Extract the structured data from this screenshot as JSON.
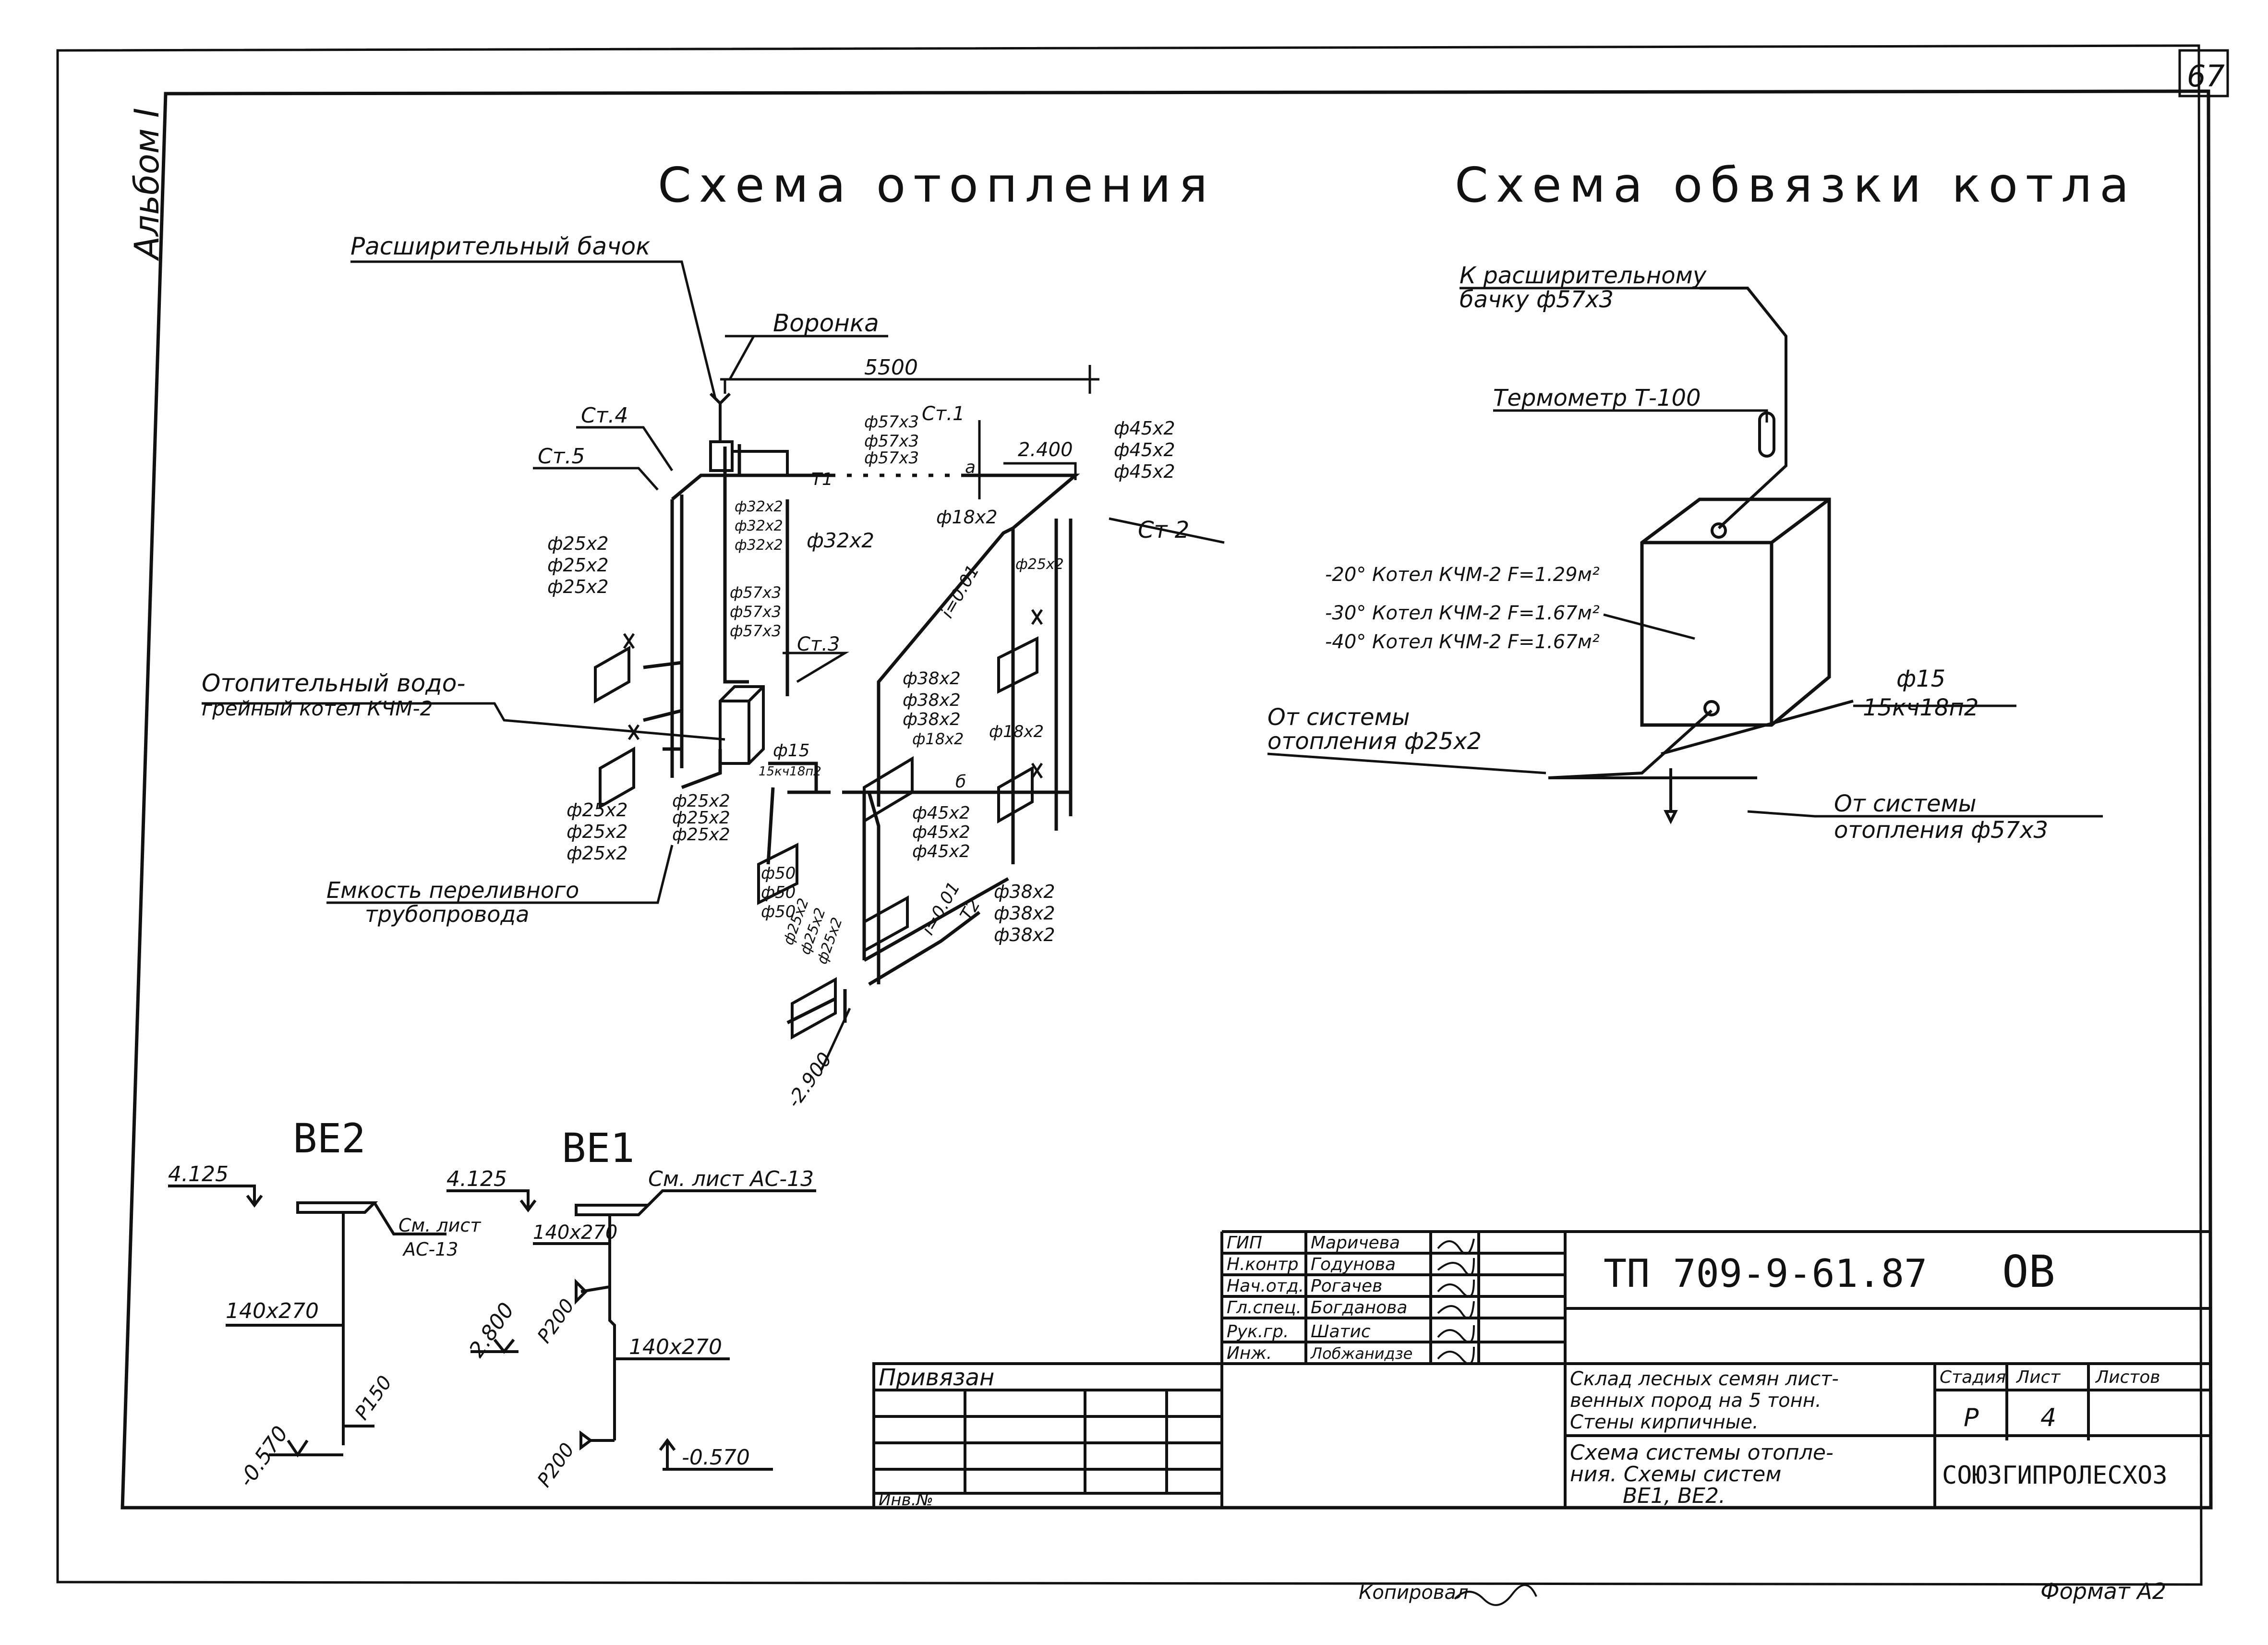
{
  "sheet_number": "67",
  "album": "Альбом I",
  "heating": {
    "title": "Схема отопления",
    "expansion_tank": "Расширительный бачок",
    "funnel": "Воронка",
    "dim_5500": "5500",
    "st1": "Ст.1",
    "st2": "Ст 2",
    "st3": "Ст.3",
    "st4": "Ст.4",
    "st5": "Ст.5",
    "t1": "Т1",
    "t2": "Т2",
    "a_mark": "а",
    "b_mark": "б",
    "elev_2400": "2.400",
    "elev_2900": "-2.900",
    "slope_top": "i=0.01",
    "slope_bot": "i=0.01",
    "sizes_top_left": [
      "ф57х3",
      "ф57х3",
      "ф57х3"
    ],
    "sizes_top_right": [
      "ф45х2",
      "ф45х2",
      "ф45х2"
    ],
    "size_18_top": "ф18х2",
    "sizes_st5": [
      "ф25х2",
      "ф25х2",
      "ф25х2"
    ],
    "size_32": "ф32х2",
    "sizes_st4_upper": [
      "ф32х2",
      "ф32х2",
      "ф32х2"
    ],
    "sizes_57_mid": [
      "ф57х3",
      "ф57х3",
      "ф57х3"
    ],
    "size_15": "ф15",
    "size_15kch": "15кч18п2",
    "size_25_right": "ф25х2",
    "boiler_label": [
      "Отопительный водо-",
      "грейный котел КЧМ-2"
    ],
    "sizes_38_mid": [
      "ф38х2",
      "ф38х2",
      "ф38х2",
      "ф18х2"
    ],
    "size_18_right": "ф18х2",
    "sizes_25_boiler": [
      "ф25х2",
      "ф25х2",
      "ф25х2"
    ],
    "sizes_25_left_bot": [
      "ф25х2",
      "ф25х2",
      "ф25х2"
    ],
    "sizes_45_bot": [
      "ф45х2",
      "ф45х2",
      "ф45х2"
    ],
    "sizes_50": [
      "ф50",
      "ф50",
      "ф50"
    ],
    "sizes_25_diag": [
      "ф25х2",
      "ф25х2",
      "ф25х2"
    ],
    "sizes_38_bot": [
      "ф38х2",
      "ф38х2",
      "ф38х2"
    ],
    "overflow_tank": [
      "Емкость переливного",
      "трубопровода"
    ]
  },
  "boiler": {
    "title": "Схема обвязки котла",
    "to_tank": [
      "К расширительному",
      "бачку ф57х3"
    ],
    "thermometer": "Термометр Т-100",
    "boiler_specs": [
      "-20° Котел КЧМ-2 F=1.29м²",
      "-30° Котел КЧМ-2 F=1.67м²",
      "-40° Котел КЧМ-2 F=1.67м²"
    ],
    "from_system_left": [
      "От системы",
      "отопления ф25х2"
    ],
    "from_system_right": [
      "От системы",
      "отопления ф57х3"
    ],
    "size_15": "ф15",
    "valve": "15кч18п2"
  },
  "ve2": {
    "title": "ВЕ2",
    "elev_top": "4.125",
    "ref": [
      "См. лист",
      "АС-13"
    ],
    "duct": "140х270",
    "grille": "Р150",
    "elev_bot": "-0.570"
  },
  "ve1": {
    "title": "ВЕ1",
    "elev_top": "4.125",
    "ref": "См. лист АС-13",
    "duct_top": "140х270",
    "elev_mid": "2.800",
    "grille_top": "Р200",
    "duct_mid": "140х270",
    "grille_bot": "Р200",
    "elev_bot": "-0.570"
  },
  "stamp": {
    "roles": [
      {
        "role": "ГИП",
        "name": "Маричева"
      },
      {
        "role": "Н.контр",
        "name": "Годунова"
      },
      {
        "role": "Нач.отд.",
        "name": "Рогачев"
      },
      {
        "role": "Гл.спец.",
        "name": "Богданова"
      },
      {
        "role": "Рук.гр.",
        "name": "Шатис"
      },
      {
        "role": "Инж.",
        "name": "Лобжанидзе"
      }
    ],
    "doc_code": "ТП 709-9-61.87",
    "mark": "ОВ",
    "object": [
      "Склад лесных семян лист-",
      "венных пород на 5 тонн.",
      "Стены кирпичные."
    ],
    "stage_label": "Стадия",
    "sheet_label": "Лист",
    "sheets_label": "Листов",
    "stage": "Р",
    "sheet": "4",
    "drawing_title": [
      "Схема системы отопле-",
      "ния. Схемы систем",
      "ВЕ1, ВЕ2."
    ],
    "org": "СОЮЗГИПРОЛЕСХОЗ",
    "bound": "Привязан",
    "inv": "Инв.№"
  },
  "footer": {
    "copied": "Копировал",
    "format": "Формат А2"
  }
}
